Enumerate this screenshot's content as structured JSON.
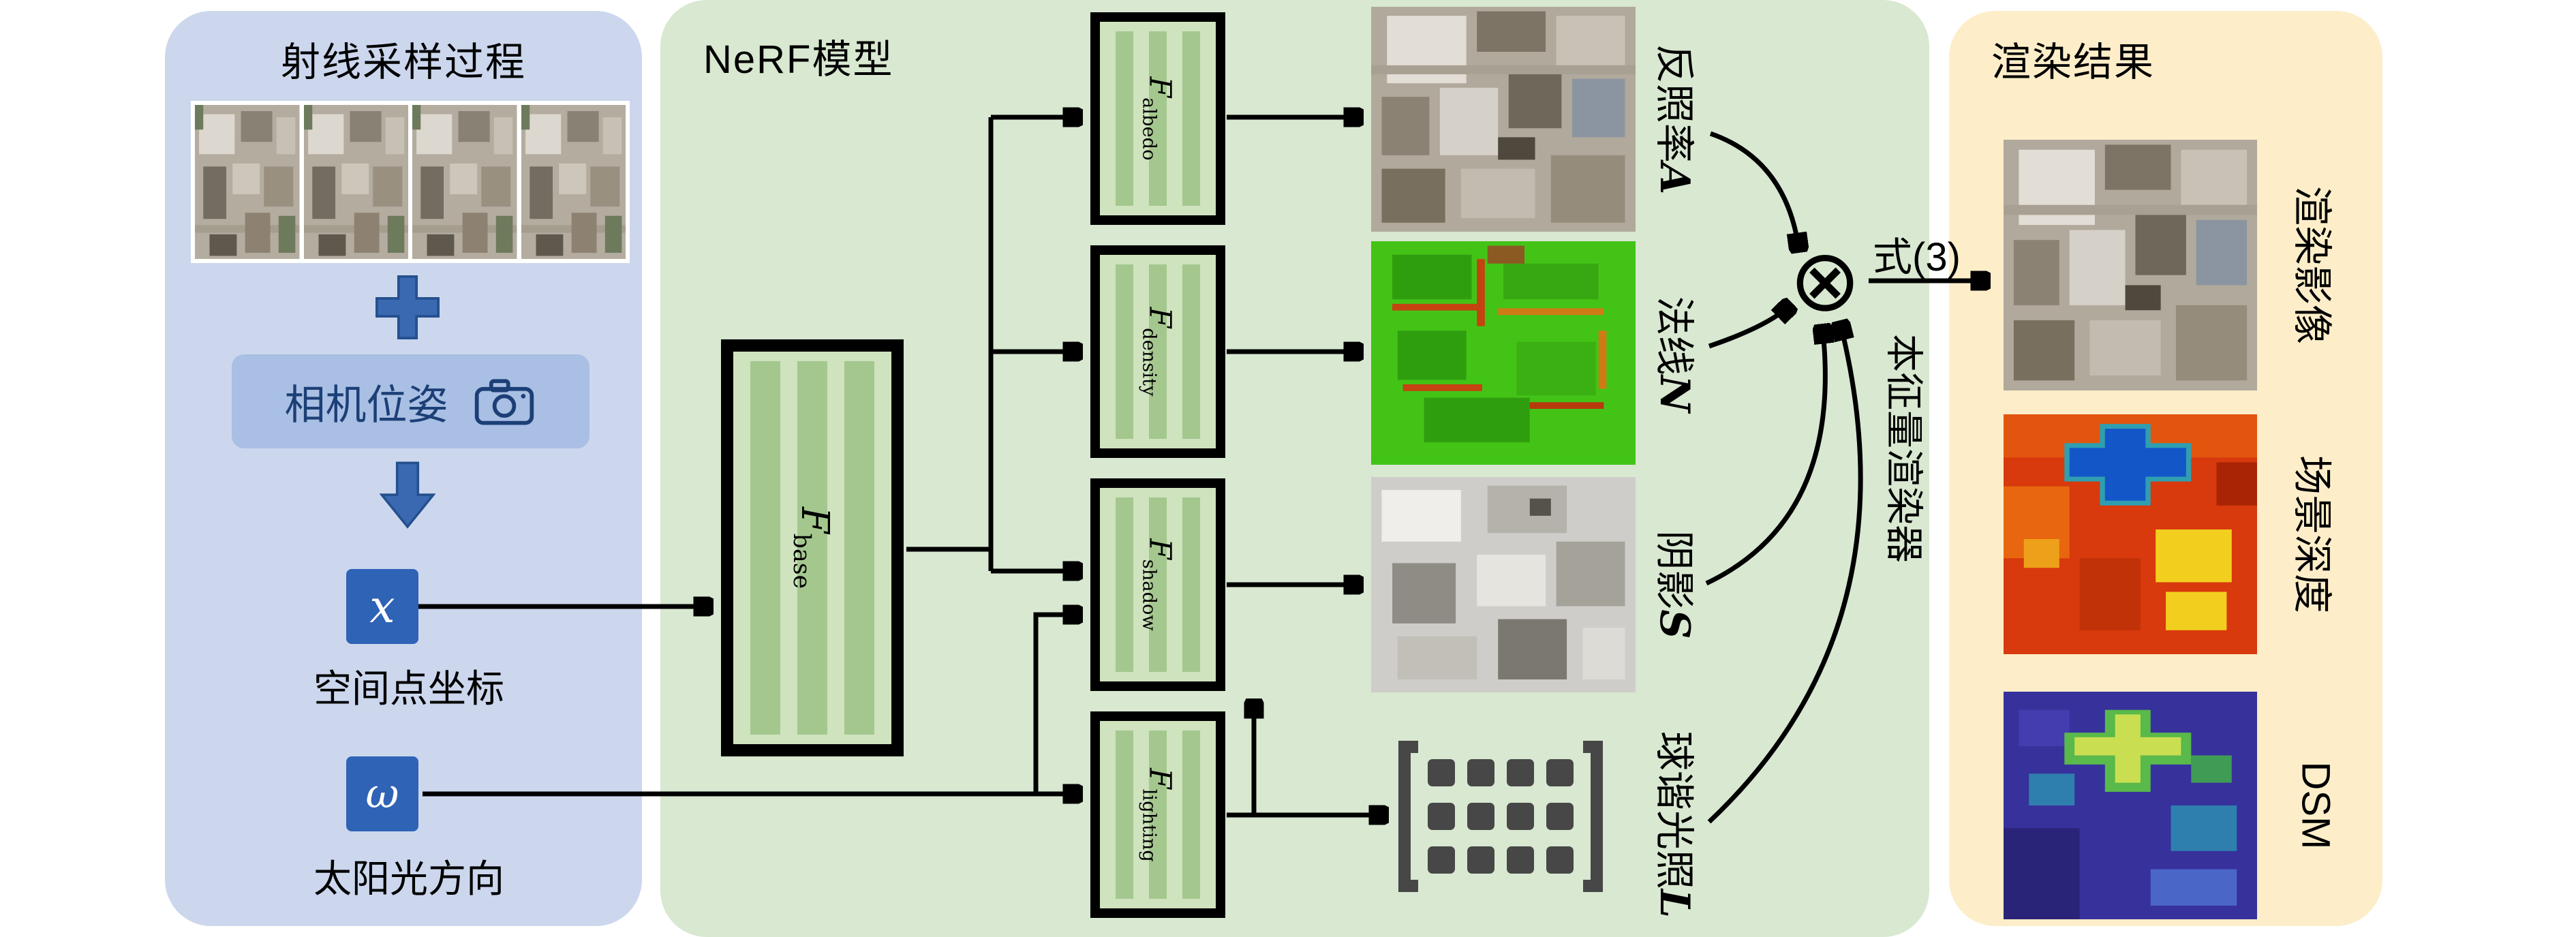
{
  "colors": {
    "panel-blue": "#ccd7ee",
    "panel-green": "#d9e8d1",
    "panel-yellow": "#fdeec9",
    "accent-blue": "#3b69b1",
    "accent-dark": "#24508f",
    "box-blue": "#2e63b6",
    "camera-box": "#a9bfe3",
    "camera-ink": "#1c3f77",
    "nn-fill": "#cfe3bf",
    "nn-stripe": "#a4c78e",
    "sh-gray": "#474747",
    "ink": "#000000"
  },
  "sampling": {
    "title": "射线采样过程",
    "camera_pose_label": "相机位姿",
    "x_symbol": "x",
    "x_label": "空间点坐标",
    "omega_symbol": "ω",
    "omega_label": "太阳光方向"
  },
  "nerf": {
    "title": "NeRF模型",
    "base": {
      "f": "F",
      "sub": "base"
    },
    "heads": [
      {
        "f": "F",
        "sub": "albedo"
      },
      {
        "f": "F",
        "sub": "density"
      },
      {
        "f": "F",
        "sub": "shadow"
      },
      {
        "f": "F",
        "sub": "lighting"
      }
    ],
    "outputs": [
      {
        "label": "反照率",
        "symbol": "A"
      },
      {
        "label": "法线",
        "symbol": "N"
      },
      {
        "label": "阴影",
        "symbol": "S"
      },
      {
        "label": "球谐光照",
        "symbol": "L"
      }
    ],
    "renderer": {
      "otimes": "⊗",
      "equation": "式(3)",
      "label": "本征量渲染器"
    }
  },
  "results": {
    "title": "渲染结果",
    "items": [
      {
        "label": "渲染影像"
      },
      {
        "label": "场景深度"
      },
      {
        "label": "DSM"
      }
    ]
  }
}
